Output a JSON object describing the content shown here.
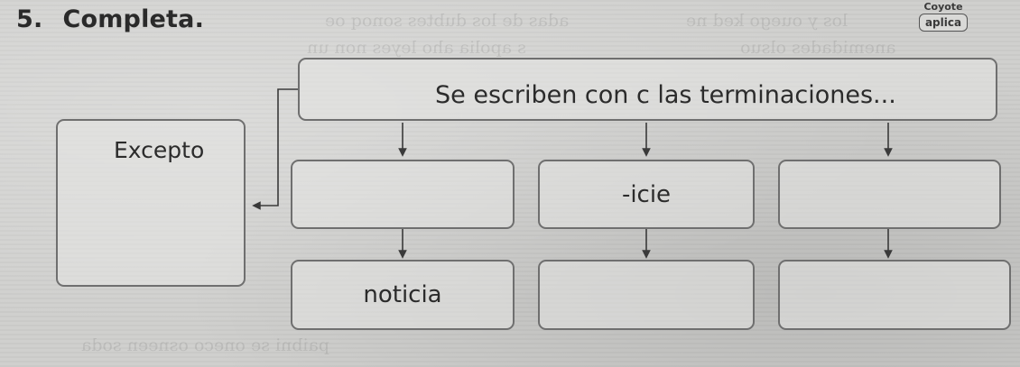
{
  "exercise": {
    "number": "5.",
    "title": "Completa."
  },
  "badge": {
    "brand": "Coyote",
    "tag": "aplica"
  },
  "diagram": {
    "main_box": "Se escriben con c las terminaciones...",
    "excepto_box": "Excepto",
    "middle_boxes": [
      "",
      "-icie",
      ""
    ],
    "bottom_boxes": [
      "noticia",
      "",
      ""
    ]
  }
}
